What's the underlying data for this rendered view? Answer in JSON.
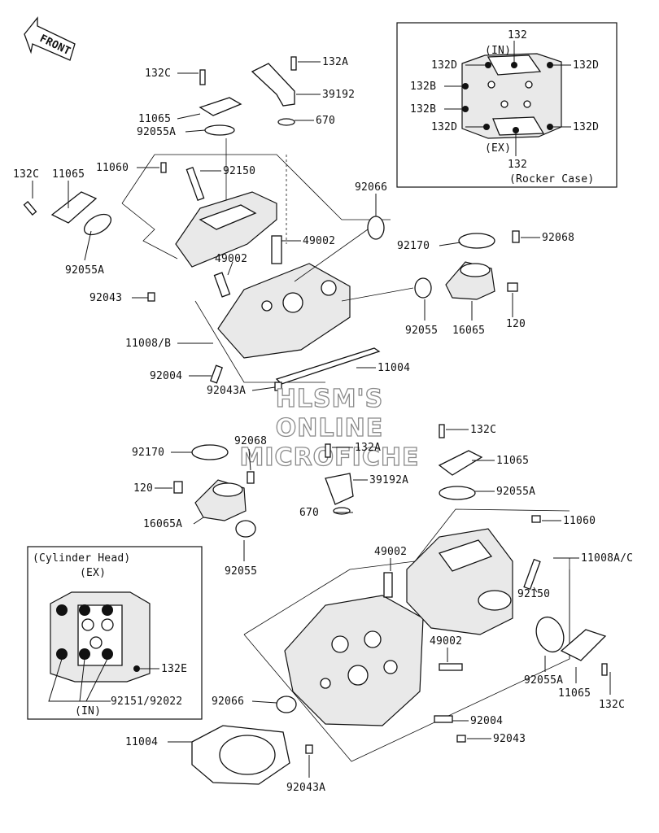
{
  "front_marker": {
    "text": "FRONT"
  },
  "watermark": {
    "line1": "HLSM'S",
    "line2": "ONLINE",
    "line3": "MICROFICHE"
  },
  "rocker_case_inset": {
    "title": "(Rocker Case)",
    "intake_label": "(IN)",
    "exhaust_label": "(EX)",
    "callouts": [
      "132",
      "132D",
      "132D",
      "132B",
      "132B",
      "132D",
      "132D",
      "132"
    ]
  },
  "cylinder_head_inset": {
    "title": "(Cylinder Head)",
    "exhaust_label": "(EX)",
    "intake_label": "(IN)",
    "callouts": [
      "132E",
      "92151/92022"
    ]
  },
  "upper_callouts": [
    "132C",
    "11065",
    "92055A",
    "11060",
    "132C",
    "11065",
    "92055A",
    "92150",
    "132A",
    "39192",
    "670",
    "49002",
    "49002",
    "92066",
    "92170",
    "92068",
    "92043",
    "11008/B",
    "92004",
    "92043A",
    "92055",
    "16065",
    "120",
    "11004"
  ],
  "lower_callouts": [
    "132C",
    "11065",
    "92055A",
    "132A",
    "39192A",
    "670",
    "92170",
    "92068",
    "120",
    "16065A",
    "92055",
    "11060",
    "11008A/C",
    "49002",
    "92150",
    "49002",
    "92055A",
    "11065",
    "132C",
    "92066",
    "92004",
    "92043",
    "11004",
    "92043A"
  ]
}
